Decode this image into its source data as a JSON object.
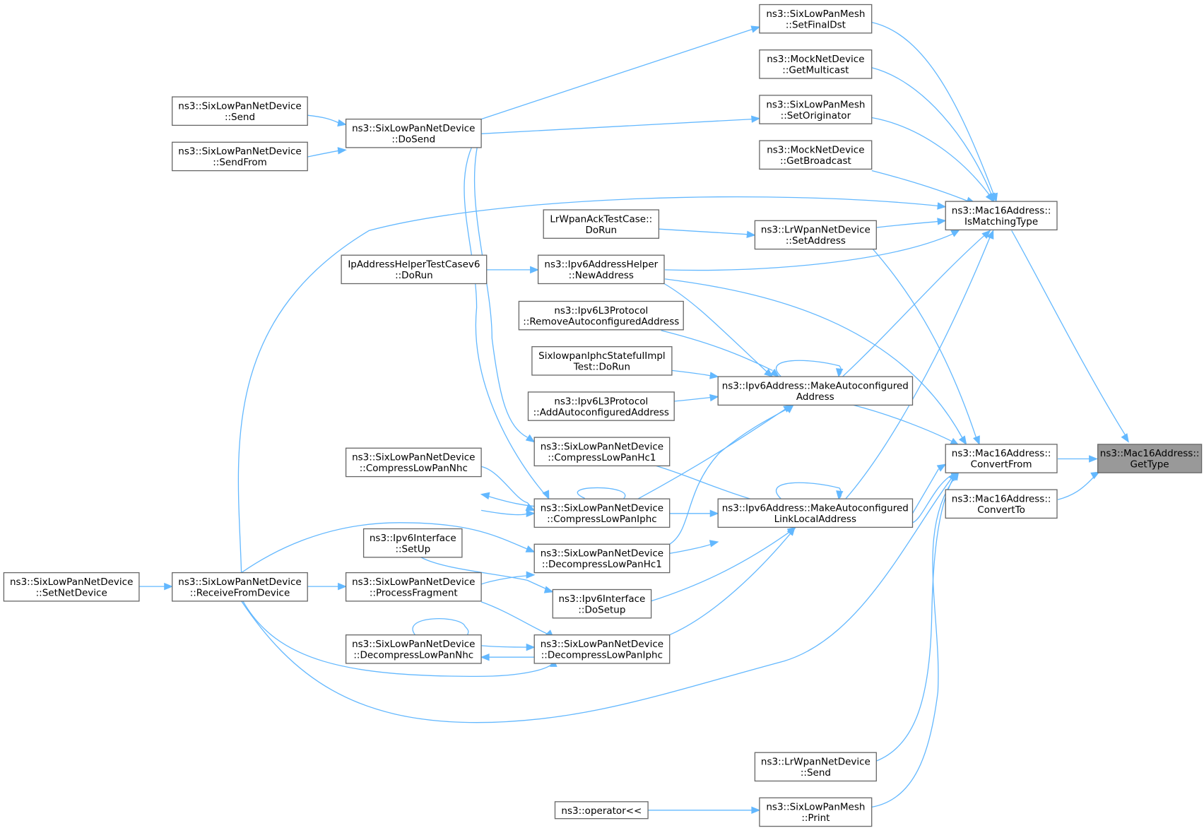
{
  "graph": {
    "edge_color": "#63b8ff",
    "node_border_color": "#666666",
    "focus_fill_color": "#999999",
    "nodes": [
      {
        "id": "gettype",
        "lines": [
          "ns3::Mac16Address::",
          "GetType"
        ],
        "focus": true
      },
      {
        "id": "ismatching",
        "lines": [
          "ns3::Mac16Address::",
          "IsMatchingType"
        ]
      },
      {
        "id": "convertfrom",
        "lines": [
          "ns3::Mac16Address::",
          "ConvertFrom"
        ]
      },
      {
        "id": "convertto",
        "lines": [
          "ns3::Mac16Address::",
          "ConvertTo"
        ]
      },
      {
        "id": "setfinaldst",
        "lines": [
          "ns3::SixLowPanMesh",
          "::SetFinalDst"
        ]
      },
      {
        "id": "getmulticast",
        "lines": [
          "ns3::MockNetDevice",
          "::GetMulticast"
        ]
      },
      {
        "id": "setoriginator",
        "lines": [
          "ns3::SixLowPanMesh",
          "::SetOriginator"
        ]
      },
      {
        "id": "getbroadcast",
        "lines": [
          "ns3::MockNetDevice",
          "::GetBroadcast"
        ]
      },
      {
        "id": "lrsetaddress",
        "lines": [
          "ns3::LrWpanNetDevice",
          "::SetAddress"
        ]
      },
      {
        "id": "lrack",
        "lines": [
          "LrWpanAckTestCase::",
          "DoRun"
        ]
      },
      {
        "id": "newaddress",
        "lines": [
          "ns3::Ipv6AddressHelper",
          "::NewAddress"
        ]
      },
      {
        "id": "ipaddrtest",
        "lines": [
          "IpAddressHelperTestCasev6",
          "::DoRun"
        ]
      },
      {
        "id": "removeauto",
        "lines": [
          "ns3::Ipv6L3Protocol",
          "::RemoveAutoconfiguredAddress"
        ]
      },
      {
        "id": "sixstateful",
        "lines": [
          "SixlowpanIphcStatefulImpl",
          "Test::DoRun"
        ]
      },
      {
        "id": "addauto",
        "lines": [
          "ns3::Ipv6L3Protocol",
          "::AddAutoconfiguredAddress"
        ]
      },
      {
        "id": "makeauto",
        "lines": [
          "ns3::Ipv6Address::MakeAutoconfigured",
          "Address"
        ]
      },
      {
        "id": "makelinklocal",
        "lines": [
          "ns3::Ipv6Address::MakeAutoconfigured",
          "LinkLocalAddress"
        ]
      },
      {
        "id": "compresshc1",
        "lines": [
          "ns3::SixLowPanNetDevice",
          "::CompressLowPanHc1"
        ]
      },
      {
        "id": "compressnhc",
        "lines": [
          "ns3::SixLowPanNetDevice",
          "::CompressLowPanNhc"
        ]
      },
      {
        "id": "compressiphc",
        "lines": [
          "ns3::SixLowPanNetDevice",
          "::CompressLowPanIphc"
        ]
      },
      {
        "id": "decompresshc1",
        "lines": [
          "ns3::SixLowPanNetDevice",
          "::DecompressLowPanHc1"
        ]
      },
      {
        "id": "ipv6setup",
        "lines": [
          "ns3::Ipv6Interface",
          "::SetUp"
        ]
      },
      {
        "id": "ipv6dosetup",
        "lines": [
          "ns3::Ipv6Interface",
          "::DoSetup"
        ]
      },
      {
        "id": "decompressiphc",
        "lines": [
          "ns3::SixLowPanNetDevice",
          "::DecompressLowPanIphc"
        ]
      },
      {
        "id": "decompressnhc",
        "lines": [
          "ns3::SixLowPanNetDevice",
          "::DecompressLowPanNhc"
        ]
      },
      {
        "id": "processfragment",
        "lines": [
          "ns3::SixLowPanNetDevice",
          "::ProcessFragment"
        ]
      },
      {
        "id": "receivefromdevice",
        "lines": [
          "ns3::SixLowPanNetDevice",
          "::ReceiveFromDevice"
        ]
      },
      {
        "id": "setnetdevice",
        "lines": [
          "ns3::SixLowPanNetDevice",
          "::SetNetDevice"
        ]
      },
      {
        "id": "dosend",
        "lines": [
          "ns3::SixLowPanNetDevice",
          "::DoSend"
        ]
      },
      {
        "id": "send",
        "lines": [
          "ns3::SixLowPanNetDevice",
          "::Send"
        ]
      },
      {
        "id": "sendfrom",
        "lines": [
          "ns3::SixLowPanNetDevice",
          "::SendFrom"
        ]
      },
      {
        "id": "lrsend",
        "lines": [
          "ns3::LrWpanNetDevice",
          "::Send"
        ]
      },
      {
        "id": "meshprint",
        "lines": [
          "ns3::SixLowPanMesh",
          "::Print"
        ]
      },
      {
        "id": "operatorlt",
        "lines": [
          "ns3::operator<<"
        ]
      }
    ]
  }
}
